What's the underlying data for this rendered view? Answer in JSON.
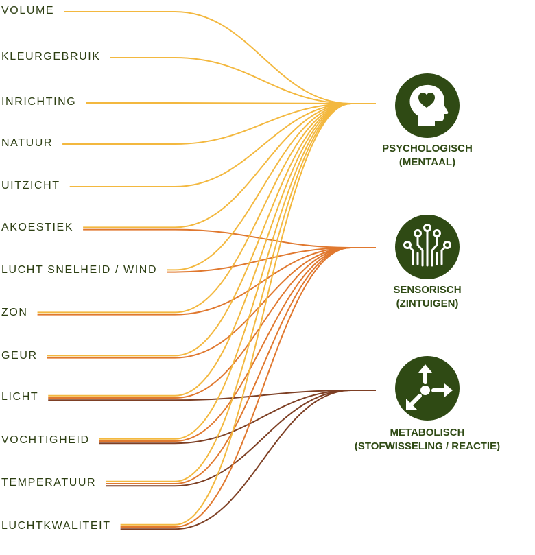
{
  "colors": {
    "psychologisch": "#f3b83f",
    "sensorisch": "#e0782f",
    "metabolisch": "#7d3f24",
    "icon_bg": "#2f4a14",
    "label_text": "#2c3e12"
  },
  "factors": [
    {
      "label": "VOLUME",
      "links": [
        "psychologisch"
      ]
    },
    {
      "label": "KLEURGEBRUIK",
      "links": [
        "psychologisch"
      ]
    },
    {
      "label": "INRICHTING",
      "links": [
        "psychologisch"
      ]
    },
    {
      "label": "NATUUR",
      "links": [
        "psychologisch"
      ]
    },
    {
      "label": "UITZICHT",
      "links": [
        "psychologisch"
      ]
    },
    {
      "label": "AKOESTIEK",
      "links": [
        "psychologisch",
        "sensorisch"
      ]
    },
    {
      "label": "LUCHT SNELHEID / WIND",
      "links": [
        "psychologisch",
        "sensorisch"
      ]
    },
    {
      "label": "ZON",
      "links": [
        "psychologisch",
        "sensorisch"
      ]
    },
    {
      "label": "GEUR",
      "links": [
        "psychologisch",
        "sensorisch"
      ]
    },
    {
      "label": "LICHT",
      "links": [
        "psychologisch",
        "sensorisch",
        "metabolisch"
      ]
    },
    {
      "label": "VOCHTIGHEID",
      "links": [
        "psychologisch",
        "sensorisch",
        "metabolisch"
      ]
    },
    {
      "label": "TEMPERATUUR",
      "links": [
        "psychologisch",
        "sensorisch",
        "metabolisch"
      ]
    },
    {
      "label": "LUCHTKWALITEIT",
      "links": [
        "psychologisch",
        "sensorisch",
        "metabolisch"
      ]
    }
  ],
  "categories": [
    {
      "id": "psychologisch",
      "icon": "head-heart-icon",
      "line1": "PSYCHOLOGISCH",
      "line2": "(MENTAAL)"
    },
    {
      "id": "sensorisch",
      "icon": "circuit-icon",
      "line1": "SENSORISCH",
      "line2": "(ZINTUIGEN)"
    },
    {
      "id": "metabolisch",
      "icon": "arrows-icon",
      "line1": "METABOLISCH",
      "line2": "(STOFWISSELING / REACTIE)"
    }
  ]
}
